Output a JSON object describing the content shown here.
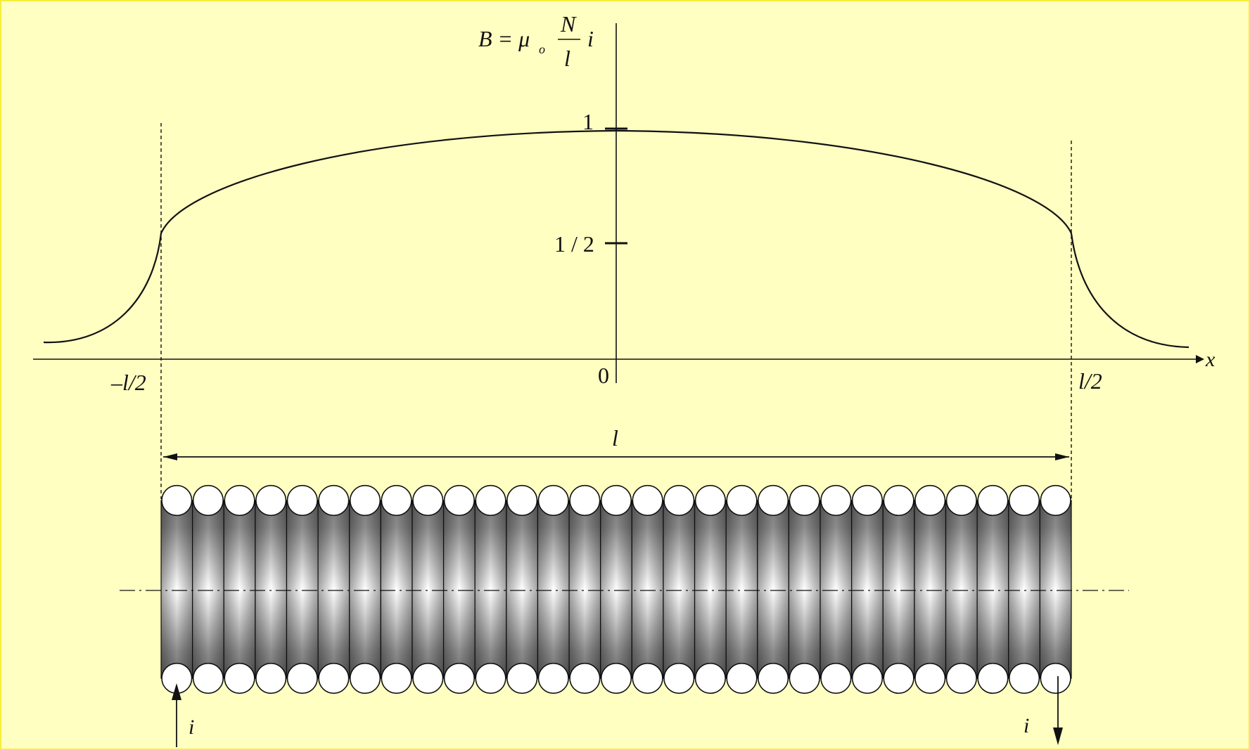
{
  "diagram": {
    "formula": {
      "lhs": "B = μ",
      "sub": "o",
      "num": "N",
      "den": "l",
      "tail": "i"
    },
    "y_ticks": [
      {
        "label": "1",
        "value": 1
      },
      {
        "label": "1 / 2",
        "value": 0.5
      }
    ],
    "x_labels": {
      "neg_half": "–l/2",
      "origin": "0",
      "pos_half": "l/2",
      "axis": "x"
    },
    "length_label": "l",
    "current_in": "i",
    "current_out": "i",
    "turns": 29
  },
  "colors": {
    "background": "#ffffc2",
    "border": "#f7ec3a",
    "ink": "#111111"
  }
}
